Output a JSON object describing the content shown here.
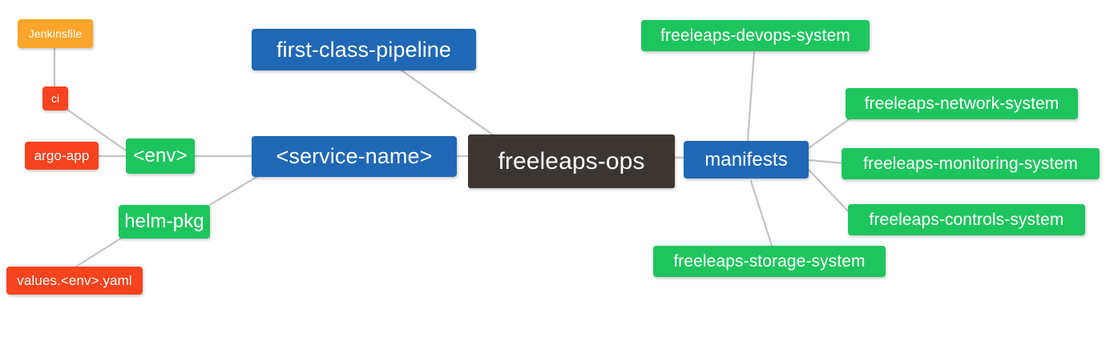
{
  "diagram": {
    "title": "freeleaps-ops repository mindmap",
    "type": "mindmap",
    "background": "#ffffff",
    "edge_color": "#c4c4c4",
    "palette": {
      "root": "#3c3632",
      "blue": "#2068b5",
      "green": "#1ec55e",
      "orange": "#fba52c",
      "red": "#f7431e"
    }
  },
  "nodes": {
    "root": {
      "label": "freeleaps-ops"
    },
    "service_name": {
      "label": "<service-name>"
    },
    "first_class_pipeline": {
      "label": "first-class-pipeline"
    },
    "env": {
      "label": "<env>"
    },
    "ci": {
      "label": "ci"
    },
    "jenkinsfile": {
      "label": "Jenkinsfile"
    },
    "argo_app": {
      "label": "argo-app"
    },
    "helm_pkg": {
      "label": "helm-pkg"
    },
    "values_yaml": {
      "label": "values.<env>.yaml"
    },
    "manifests": {
      "label": "manifests"
    },
    "devops_system": {
      "label": "freeleaps-devops-system"
    },
    "network_system": {
      "label": "freeleaps-network-system"
    },
    "monitoring_system": {
      "label": "freeleaps-monitoring-system"
    },
    "controls_system": {
      "label": "freeleaps-controls-system"
    },
    "storage_system": {
      "label": "freeleaps-storage-system"
    }
  },
  "edges": [
    {
      "from": "root",
      "to": "service_name"
    },
    {
      "from": "root",
      "to": "first_class_pipeline"
    },
    {
      "from": "root",
      "to": "manifests"
    },
    {
      "from": "service_name",
      "to": "env"
    },
    {
      "from": "service_name",
      "to": "helm_pkg"
    },
    {
      "from": "env",
      "to": "ci"
    },
    {
      "from": "env",
      "to": "argo_app"
    },
    {
      "from": "ci",
      "to": "jenkinsfile"
    },
    {
      "from": "helm_pkg",
      "to": "values_yaml"
    },
    {
      "from": "manifests",
      "to": "devops_system"
    },
    {
      "from": "manifests",
      "to": "network_system"
    },
    {
      "from": "manifests",
      "to": "monitoring_system"
    },
    {
      "from": "manifests",
      "to": "controls_system"
    },
    {
      "from": "manifests",
      "to": "storage_system"
    }
  ]
}
